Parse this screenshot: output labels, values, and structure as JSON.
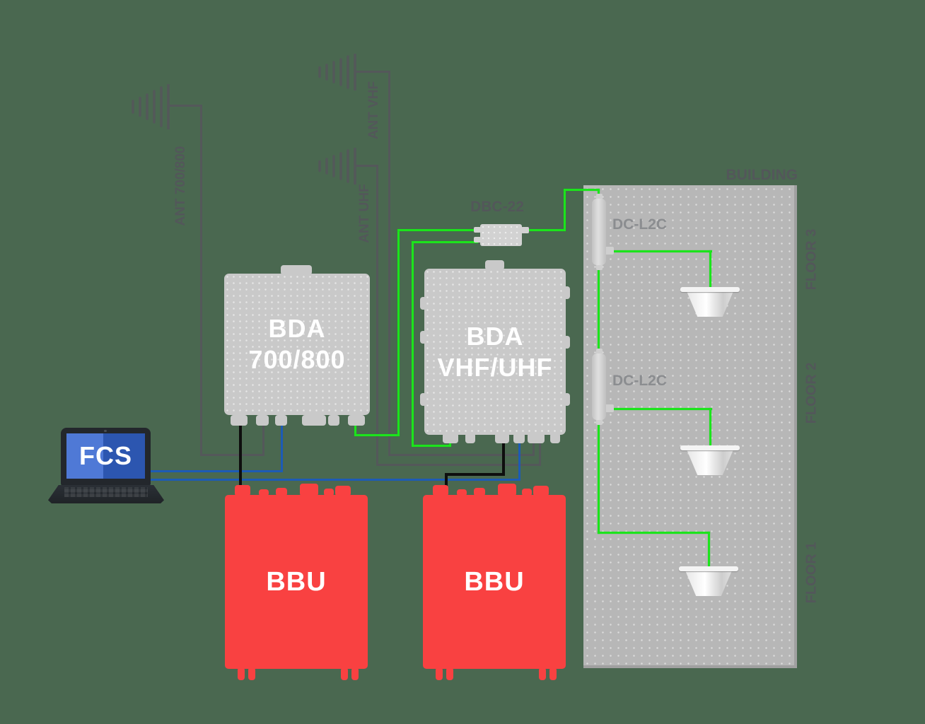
{
  "colors": {
    "background": "#4a6850",
    "wire_green": "#1ce41c",
    "wire_blue": "#1d5bb5",
    "wire_gray": "#54585a",
    "wire_black": "#0e0e0e",
    "equipment_gray": "#c9c9c9",
    "equipment_text": "#ffffff",
    "bbu_red": "#f94141",
    "building_gray": "#b7b7b7",
    "building_edge": "#a0a0a0",
    "label_dark": "#53575a",
    "label_light": "#8b8d90",
    "unit_light": "#d2d2d2",
    "screen_blue_left": "#4f79d6",
    "screen_blue_right": "#2c56b0",
    "laptop_dark": "#23272c"
  },
  "antennas": [
    {
      "label": "ANT 700/800"
    },
    {
      "label": "ANT VHF"
    },
    {
      "label": "ANT UHF"
    }
  ],
  "bda_units": [
    {
      "line1": "BDA",
      "line2": "700/800"
    },
    {
      "line1": "BDA",
      "line2": "VHF/UHF"
    }
  ],
  "combiner": {
    "label": "DBC-22"
  },
  "bbu_units": [
    {
      "label": "BBU"
    },
    {
      "label": "BBU"
    }
  ],
  "laptop": {
    "screen_label": "FCS"
  },
  "building": {
    "label": "BUILDING",
    "floors": [
      {
        "label": "FLOOR 3"
      },
      {
        "label": "FLOOR 2"
      },
      {
        "label": "FLOOR 1"
      }
    ],
    "dc_units": [
      {
        "label": "DC-L2C"
      },
      {
        "label": "DC-L2C"
      }
    ]
  }
}
